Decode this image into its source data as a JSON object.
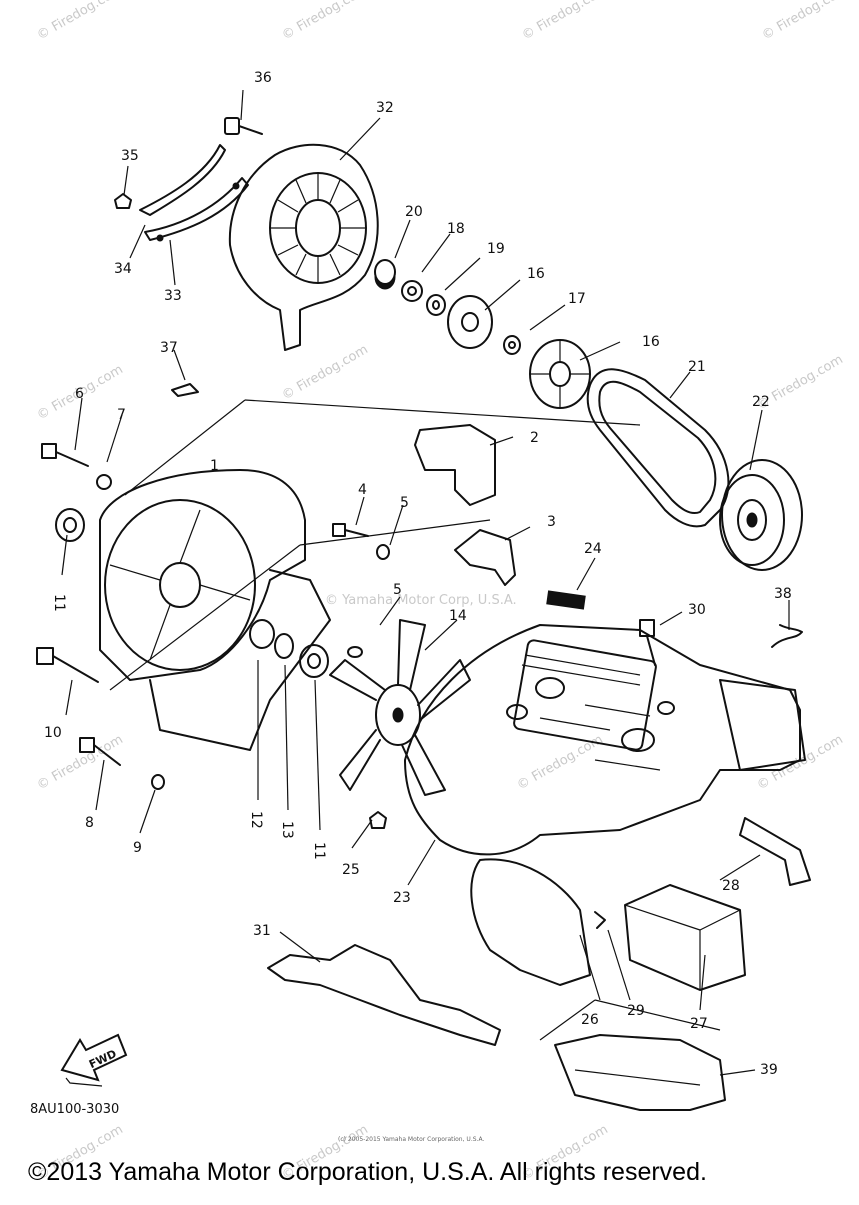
{
  "watermark": "© Firedog.com",
  "watermark_center": "© Yamaha Motor Corp, U.S.A.",
  "part_numbers": [
    "1",
    "2",
    "3",
    "4",
    "5",
    "5",
    "6",
    "7",
    "8",
    "9",
    "10",
    "11",
    "11",
    "12",
    "13",
    "14",
    "16",
    "16",
    "17",
    "18",
    "19",
    "20",
    "21",
    "22",
    "23",
    "24",
    "25",
    "26",
    "27",
    "28",
    "29",
    "30",
    "31",
    "32",
    "33",
    "34",
    "35",
    "36",
    "37",
    "38",
    "39"
  ],
  "fwd_label": "FWD",
  "diagram_code": "8AU100-3030",
  "fine_print": "(c) 2005-2015 Yamaha Motor Corporation, U.S.A.",
  "copyright": "©2013 Yamaha Motor Corporation, U.S.A. All rights reserved."
}
